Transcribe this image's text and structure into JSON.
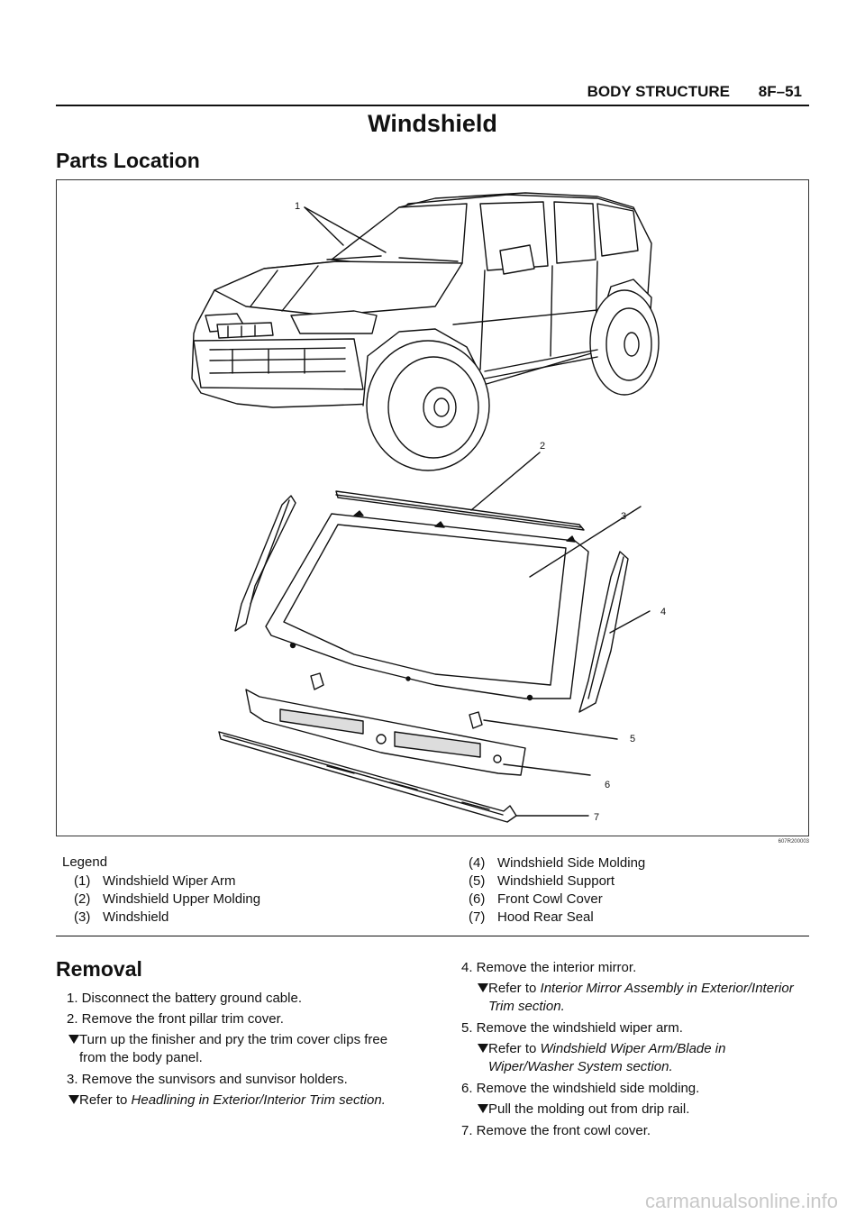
{
  "header": {
    "section": "BODY STRUCTURE",
    "page": "8F–51"
  },
  "page_title": "Windshield",
  "parts_location_title": "Parts Location",
  "figure": {
    "code": "607R200003",
    "callouts": [
      "1",
      "2",
      "3",
      "4",
      "5",
      "6",
      "7"
    ]
  },
  "legend": {
    "title": "Legend",
    "items": [
      {
        "num": "(1)",
        "label": "Windshield Wiper Arm"
      },
      {
        "num": "(2)",
        "label": "Windshield Upper Molding"
      },
      {
        "num": "(3)",
        "label": "Windshield"
      },
      {
        "num": "(4)",
        "label": "Windshield Side Molding"
      },
      {
        "num": "(5)",
        "label": "Windshield Support"
      },
      {
        "num": "(6)",
        "label": "Front Cowl Cover"
      },
      {
        "num": "(7)",
        "label": "Hood Rear Seal"
      }
    ]
  },
  "removal": {
    "title": "Removal",
    "steps": [
      {
        "text": "1. Disconnect the battery ground cable."
      },
      {
        "text": "2. Remove the front pillar trim cover.",
        "note_prefix": "Turn up the finisher and pry the trim cover clips free from the body panel.",
        "note_ital": ""
      },
      {
        "text": "3. Remove the sunvisors and sunvisor holders.",
        "note_prefix": "Refer to ",
        "note_ital": "Headlining in Exterior/Interior Trim section."
      },
      {
        "text": "4. Remove the interior mirror.",
        "note_prefix": "Refer to ",
        "note_ital": "Interior Mirror Assembly in Exterior/Interior Trim section."
      },
      {
        "text": "5. Remove the windshield wiper arm.",
        "note_prefix": "Refer to ",
        "note_ital": "Windshield Wiper Arm/Blade in Wiper/Washer System section."
      },
      {
        "text": "6. Remove the windshield side molding.",
        "note_prefix": "Pull the molding out from drip rail.",
        "note_ital": ""
      },
      {
        "text": "7. Remove the front cowl cover."
      }
    ]
  },
  "watermark": "carmanualsonline.info"
}
